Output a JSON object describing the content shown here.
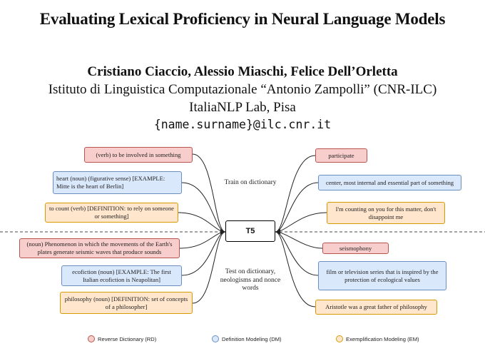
{
  "paper": {
    "title": "Evaluating Lexical Proficiency in Neural Language Models",
    "authors": "Cristiano Ciaccio, Alessio Miaschi, Felice Dell’Orletta",
    "affiliation": "Istituto di Linguistica Computazionale “Antonio Zampolli” (CNR-ILC)",
    "lab": "ItaliaNLP Lab, Pisa",
    "email": "{name.surname}@ilc.cnr.it"
  },
  "figure": {
    "center_label": "T5",
    "train_label": "Train on dictionary",
    "test_label": "Test on dictionary, neologisms and nonce words",
    "colors": {
      "rd": "#f8cecc",
      "dm": "#dae8fc",
      "em": "#ffe6cc"
    },
    "inputs": [
      {
        "text": "(verb) to be involved in something",
        "task": "rd"
      },
      {
        "text": "heart (noun) (figurative sense) [EXAMPLE: Mitte is the heart of Berlin]",
        "task": "dm"
      },
      {
        "text": "to count (verb) [DEFINITION: to rely on someone or something]",
        "task": "em"
      },
      {
        "text": "(noun) Phenomenon in which the movements of the Earth's plates generate seismic waves that produce sounds",
        "task": "rd"
      },
      {
        "text": "ecofiction (noun) [EXAMPLE: The first Italian ecofiction is Neapolitan]",
        "task": "dm"
      },
      {
        "text": "philosophy (noun) [DEFINITION: set of concepts of a philosopher]",
        "task": "em"
      }
    ],
    "outputs": [
      {
        "text": "participate",
        "task": "rd"
      },
      {
        "text": "center, most internal and essential part of something",
        "task": "dm"
      },
      {
        "text": "I'm counting on you for this matter, don't disappoint me",
        "task": "em"
      },
      {
        "text": "seismophony",
        "task": "rd"
      },
      {
        "text": "film or television series that is inspired by the protection of ecological values",
        "task": "dm"
      },
      {
        "text": "Aristotle was a great father of philosophy",
        "task": "em"
      }
    ],
    "legend": [
      {
        "label": "Reverse Dictionary (RD)",
        "task": "rd"
      },
      {
        "label": "Definition Modeling (DM)",
        "task": "dm"
      },
      {
        "label": "Exemplification Modeling (EM)",
        "task": "em"
      }
    ]
  }
}
